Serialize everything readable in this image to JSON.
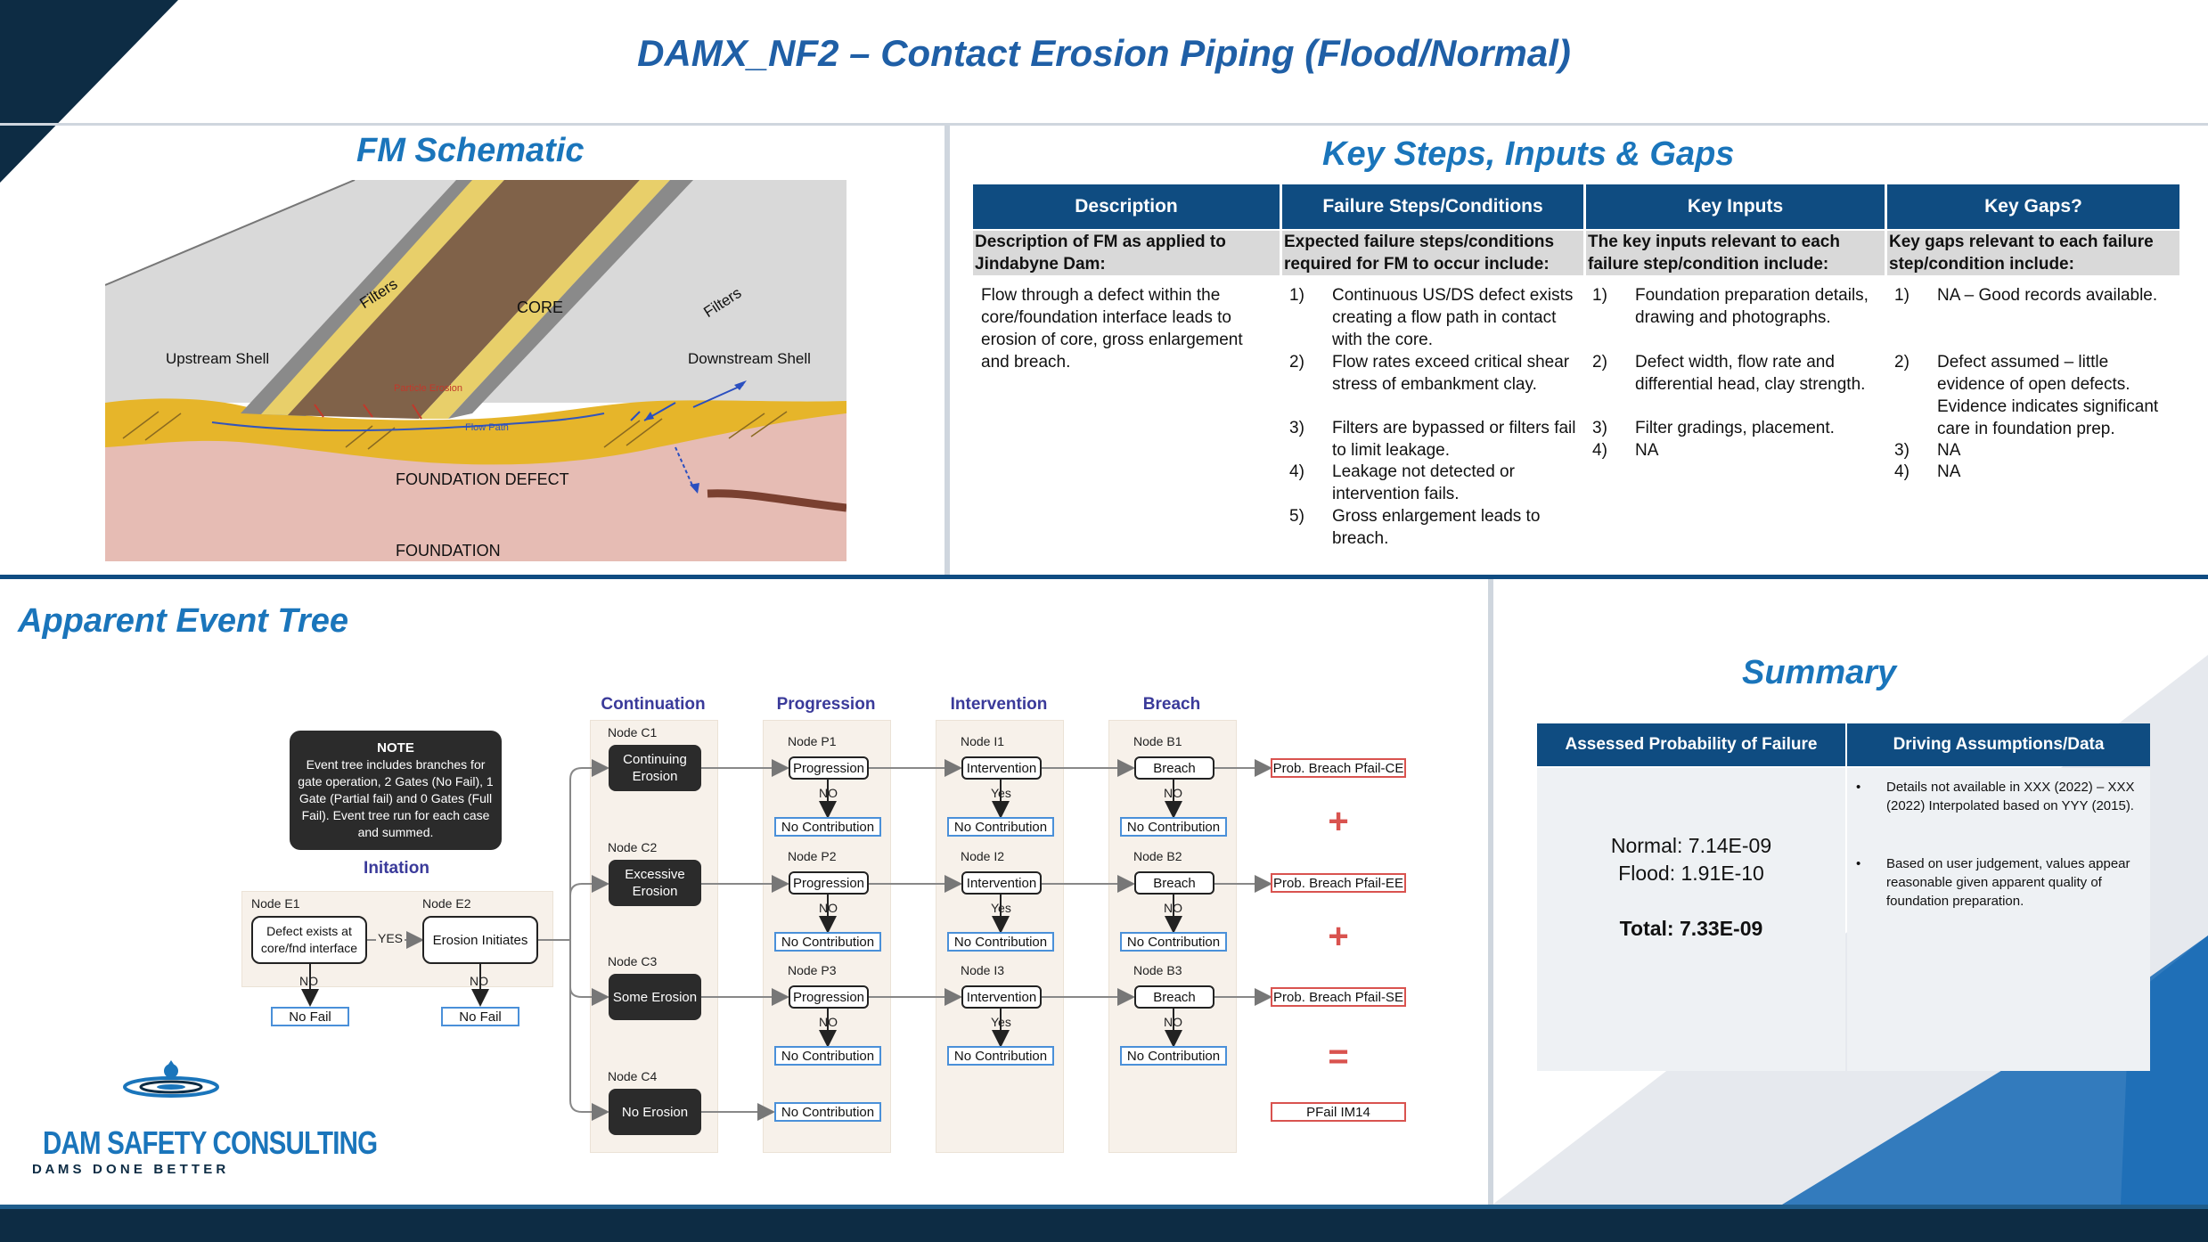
{
  "header": {
    "title": "DAMX_NF2 – Contact Erosion Piping (Flood/Normal)"
  },
  "schematic": {
    "title": "FM Schematic",
    "labels": {
      "filters_left": "Filters",
      "core": "CORE",
      "filters_right": "Filters",
      "upstream_shell": "Upstream Shell",
      "downstream_shell": "Downstream Shell",
      "particle_erosion": "Particle Erosion",
      "flow_path": "Flow Path",
      "foundation_defect": "FOUNDATION DEFECT",
      "foundation": "FOUNDATION"
    },
    "colors": {
      "core": "#806249",
      "filter": "#e8cf6a",
      "shell": "#d9d9d9",
      "foundation": "#e6bcb4",
      "defect": "#e6b52a"
    }
  },
  "key_steps": {
    "title": "Key Steps, Inputs & Gaps",
    "columns": [
      "Description",
      "Failure Steps/Conditions",
      "Key Inputs",
      "Key Gaps?"
    ],
    "subheaders": [
      "Description of FM as applied to Jindabyne Dam:",
      "Expected failure steps/conditions required for FM to occur include:",
      "The key inputs relevant to each failure step/condition include:",
      "Key gaps relevant to each failure step/condition include:"
    ],
    "description": "Flow through a defect within the core/foundation interface leads to erosion of core, gross enlargement and breach.",
    "failure_steps": [
      {
        "n": "1)",
        "text": "Continuous US/DS defect exists creating a flow path in contact with the core."
      },
      {
        "n": "2)",
        "text": "Flow rates exceed critical shear stress of embankment clay."
      },
      {
        "n": "3)",
        "text": "Filters are bypassed or filters fail to limit leakage."
      },
      {
        "n": "4)",
        "text": "Leakage not detected or intervention fails."
      },
      {
        "n": "5)",
        "text": "Gross enlargement leads to breach."
      }
    ],
    "key_inputs": [
      {
        "n": "1)",
        "text": "Foundation preparation details, drawing and photographs."
      },
      {
        "n": "2)",
        "text": "Defect width, flow rate and differential head, clay strength."
      },
      {
        "n": "3)",
        "text": "Filter gradings, placement."
      },
      {
        "n": "4)",
        "text": "NA"
      }
    ],
    "key_gaps": [
      {
        "n": "1)",
        "text": "NA – Good records available."
      },
      {
        "n": "2)",
        "text": "Defect assumed – little evidence of open defects. Evidence indicates significant care in foundation prep."
      },
      {
        "n": "3)",
        "text": "NA"
      },
      {
        "n": "4)",
        "text": "NA"
      }
    ]
  },
  "event_tree": {
    "title": "Apparent Event Tree",
    "columns": {
      "continuation": "Continuation",
      "progression": "Progression",
      "intervention": "Intervention",
      "breach": "Breach"
    },
    "note_title": "NOTE",
    "note_text": "Event tree includes branches for gate operation, 2 Gates (No Fail), 1 Gate (Partial fail) and 0 Gates (Full Fail). Event tree run for each case and summed.",
    "initiation_label": "Initation",
    "e1": {
      "node": "Node E1",
      "text": "Defect exists at core/fnd interface",
      "no": "NO",
      "yes": "YES",
      "fail": "No Fail"
    },
    "e2": {
      "node": "Node E2",
      "text": "Erosion Initiates",
      "no": "NO",
      "fail": "No Fail"
    },
    "rows": [
      {
        "c_node": "Node C1",
        "c_text": "Continuing Erosion",
        "p_node": "Node P1",
        "p_text": "Progression",
        "p_br": "NO",
        "p_out": "No Contribution",
        "i_node": "Node I1",
        "i_text": "Intervention",
        "i_br": "Yes",
        "i_out": "No Contribution",
        "b_node": "Node B1",
        "b_text": "Breach",
        "b_br": "NO",
        "b_out": "No Contribution",
        "result": "Prob. Breach Pfail-CE",
        "op": "+"
      },
      {
        "c_node": "Node C2",
        "c_text": "Excessive Erosion",
        "p_node": "Node P2",
        "p_text": "Progression",
        "p_br": "NO",
        "p_out": "No Contribution",
        "i_node": "Node I2",
        "i_text": "Intervention",
        "i_br": "Yes",
        "i_out": "No Contribution",
        "b_node": "Node B2",
        "b_text": "Breach",
        "b_br": "NO",
        "b_out": "No Contribution",
        "result": "Prob. Breach Pfail-EE",
        "op": "+"
      },
      {
        "c_node": "Node C3",
        "c_text": "Some Erosion",
        "p_node": "Node P3",
        "p_text": "Progression",
        "p_br": "NO",
        "p_out": "No Contribution",
        "i_node": "Node I3",
        "i_text": "Intervention",
        "i_br": "Yes",
        "i_out": "No Contribution",
        "b_node": "Node B3",
        "b_text": "Breach",
        "b_br": "NO",
        "b_out": "No Contribution",
        "result": "Prob. Breach Pfail-SE",
        "op": "="
      }
    ],
    "c4": {
      "node": "Node C4",
      "text": "No Erosion",
      "out": "No Contribution",
      "result": "PFail IM14"
    }
  },
  "logo": {
    "name": "DAM SAFETY CONSULTING",
    "tagline": "D A M S   D O N E   B E T T E R"
  },
  "summary": {
    "title": "Summary",
    "headers": [
      "Assessed Probability of Failure",
      "Driving Assumptions/Data"
    ],
    "normal": "Normal: 7.14E-09",
    "flood": "Flood: 1.91E-10",
    "total": "Total: 7.33E-09",
    "bullets": [
      "Details not available in XXX (2022) – XXX (2022) Interpolated based on YYY (2015).",
      "Based on user judgement, values appear reasonable given apparent quality of foundation preparation."
    ]
  },
  "colors": {
    "accent": "#1a75bb",
    "navy": "#0f4c81",
    "dark": "#0d2c44",
    "red": "#d9534f"
  }
}
